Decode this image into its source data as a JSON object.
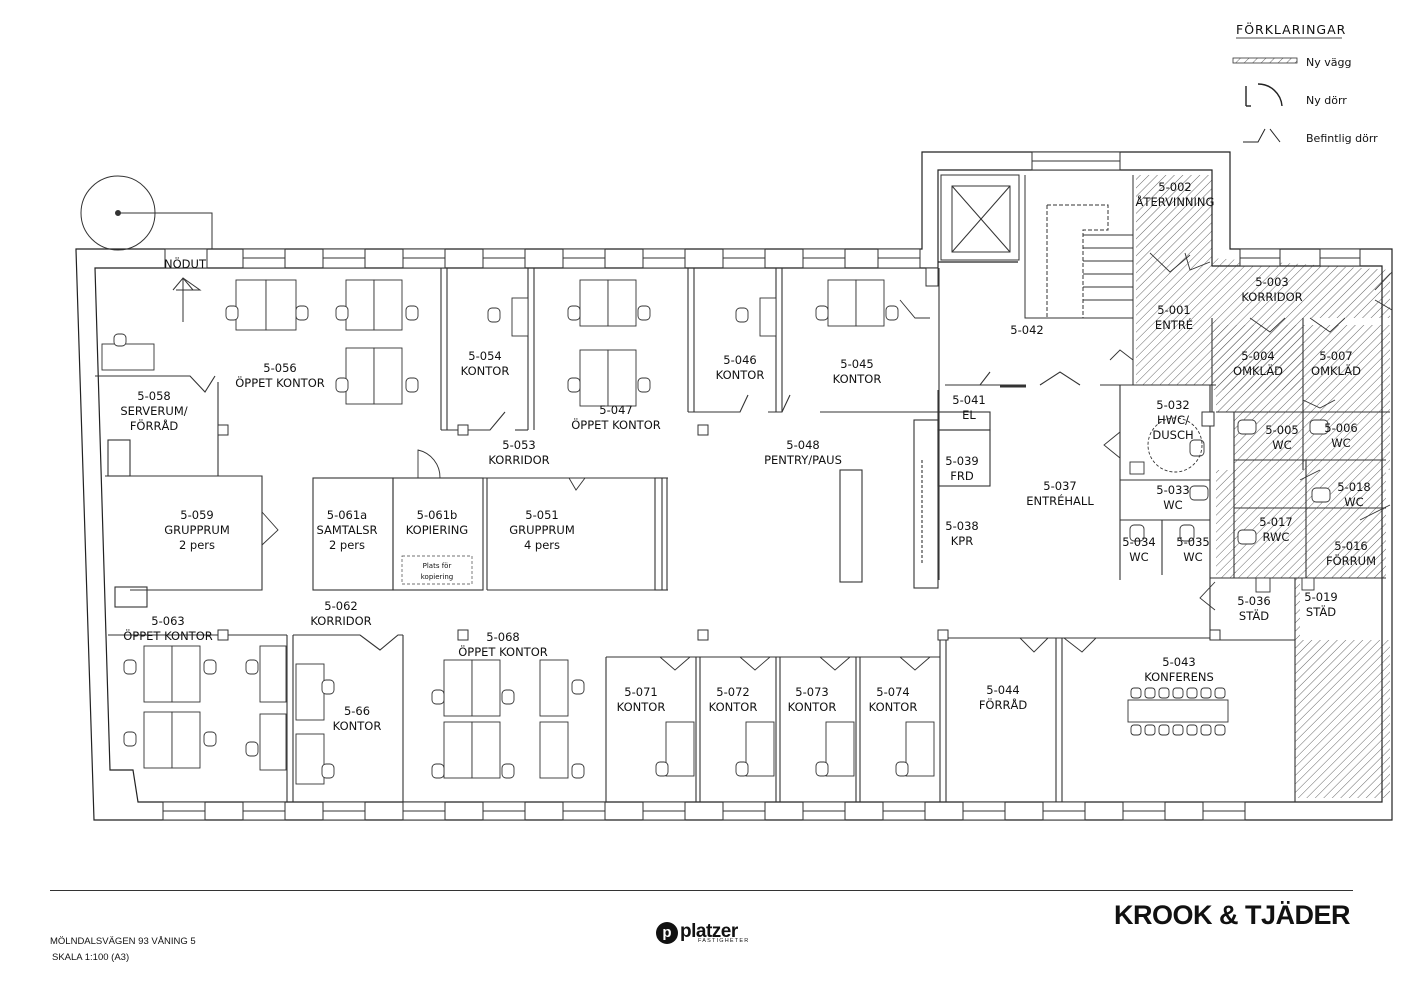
{
  "legend": {
    "title": "FÖRKLARINGAR",
    "items": [
      {
        "label": "Ny vägg",
        "icon": "new-wall-icon"
      },
      {
        "label": "Ny dörr",
        "icon": "new-door-icon"
      },
      {
        "label": "Befintlig dörr",
        "icon": "existing-door-icon"
      }
    ]
  },
  "labels": {
    "emergency_exit": "NÖDUT",
    "copy_note_1": "Plats för",
    "copy_note_2": "kopiering"
  },
  "rooms": [
    {
      "id": "r056",
      "lines": [
        "5-056",
        "ÖPPET KONTOR"
      ]
    },
    {
      "id": "r058",
      "lines": [
        "5-058",
        "SERVERUM/",
        "FÖRRÅD"
      ]
    },
    {
      "id": "r054",
      "lines": [
        "5-054",
        "KONTOR"
      ]
    },
    {
      "id": "r047",
      "lines": [
        "5-047",
        "ÖPPET KONTOR"
      ]
    },
    {
      "id": "r046",
      "lines": [
        "5-046",
        "KONTOR"
      ]
    },
    {
      "id": "r045",
      "lines": [
        "5-045",
        "KONTOR"
      ]
    },
    {
      "id": "r042",
      "lines": [
        "5-042"
      ]
    },
    {
      "id": "r002",
      "lines": [
        "5-002",
        "ÅTERVINNING"
      ]
    },
    {
      "id": "r003",
      "lines": [
        "5-003",
        "KORRIDOR"
      ]
    },
    {
      "id": "r001",
      "lines": [
        "5-001",
        "ENTRÉ"
      ]
    },
    {
      "id": "r004",
      "lines": [
        "5-004",
        "OMKLÄD"
      ]
    },
    {
      "id": "r007",
      "lines": [
        "5-007",
        "OMKLÄD"
      ]
    },
    {
      "id": "r053",
      "lines": [
        "5-053",
        "KORRIDOR"
      ]
    },
    {
      "id": "r048",
      "lines": [
        "5-048",
        "PENTRY/PAUS"
      ]
    },
    {
      "id": "r041",
      "lines": [
        "5-041",
        "EL"
      ]
    },
    {
      "id": "r032",
      "lines": [
        "5-032",
        "HWC/",
        "DUSCH"
      ]
    },
    {
      "id": "r005",
      "lines": [
        "5-005",
        "WC"
      ]
    },
    {
      "id": "r006",
      "lines": [
        "5-006",
        "WC"
      ]
    },
    {
      "id": "r059",
      "lines": [
        "5-059",
        "GRUPPRUM",
        "2 pers"
      ]
    },
    {
      "id": "r061a",
      "lines": [
        "5-061a",
        "SAMTALSR",
        "2 pers"
      ]
    },
    {
      "id": "r061b",
      "lines": [
        "5-061b",
        "KOPIERING"
      ]
    },
    {
      "id": "r051",
      "lines": [
        "5-051",
        "GRUPPRUM",
        "4 pers"
      ]
    },
    {
      "id": "r039",
      "lines": [
        "5-039",
        "FRD"
      ]
    },
    {
      "id": "r037",
      "lines": [
        "5-037",
        "ENTRÉHALL"
      ]
    },
    {
      "id": "r033",
      "lines": [
        "5-033",
        "WC"
      ]
    },
    {
      "id": "r018",
      "lines": [
        "5-018",
        "WC"
      ]
    },
    {
      "id": "r038",
      "lines": [
        "5-038",
        "KPR"
      ]
    },
    {
      "id": "r017",
      "lines": [
        "5-017",
        "RWC"
      ]
    },
    {
      "id": "r034",
      "lines": [
        "5-034",
        "WC"
      ]
    },
    {
      "id": "r035",
      "lines": [
        "5-035",
        "WC"
      ]
    },
    {
      "id": "r016",
      "lines": [
        "5-016",
        "FÖRRUM"
      ]
    },
    {
      "id": "r036",
      "lines": [
        "5-036",
        "STÄD"
      ]
    },
    {
      "id": "r019",
      "lines": [
        "5-019",
        "STÄD"
      ]
    },
    {
      "id": "r063",
      "lines": [
        "5-063",
        "ÖPPET KONTOR"
      ]
    },
    {
      "id": "r062",
      "lines": [
        "5-062",
        "KORRIDOR"
      ]
    },
    {
      "id": "r068",
      "lines": [
        "5-068",
        "ÖPPET KONTOR"
      ]
    },
    {
      "id": "r043",
      "lines": [
        "5-043",
        "KONFERENS"
      ]
    },
    {
      "id": "r071",
      "lines": [
        "5-071",
        "KONTOR"
      ]
    },
    {
      "id": "r072",
      "lines": [
        "5-072",
        "KONTOR"
      ]
    },
    {
      "id": "r073",
      "lines": [
        "5-073",
        "KONTOR"
      ]
    },
    {
      "id": "r074",
      "lines": [
        "5-074",
        "KONTOR"
      ]
    },
    {
      "id": "r044",
      "lines": [
        "5-044",
        "FÖRRÅD"
      ]
    },
    {
      "id": "r066",
      "lines": [
        "5-66",
        "KONTOR"
      ]
    }
  ],
  "footer": {
    "address": "MÖLNDALSVÄGEN 93 VÅNING 5",
    "scale": "SKALA 1:100 (A3)",
    "brand": "KROOK & TJÄDER",
    "logo_mark": "p",
    "logo_word": "platzer",
    "logo_sub": "FASTIGHETER"
  }
}
